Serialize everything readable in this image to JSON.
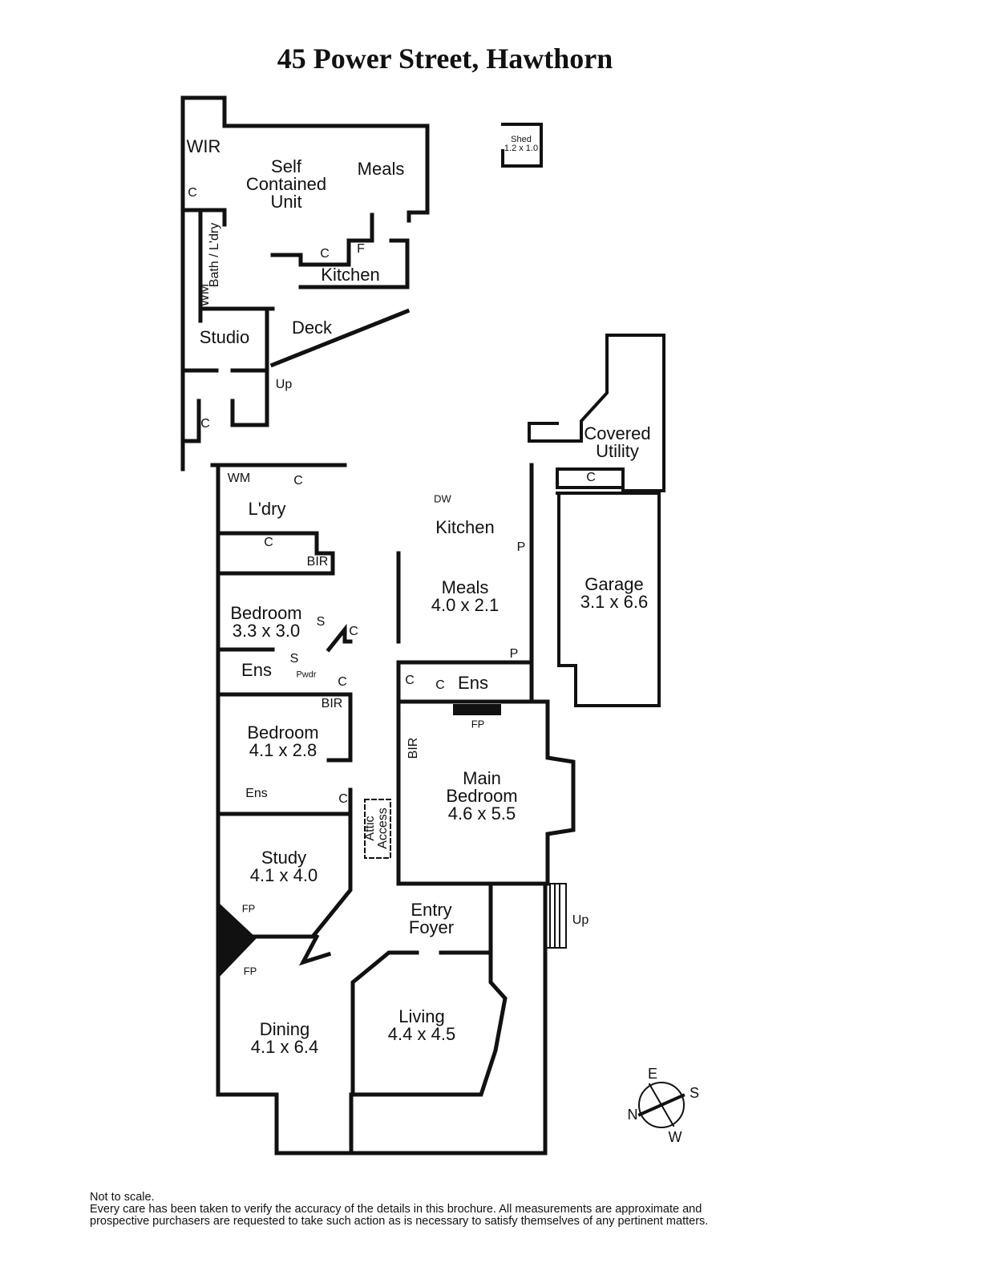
{
  "title": "45 Power Street, Hawthorn",
  "rooms": {
    "wir": {
      "name": "WIR"
    },
    "scu": {
      "name": "Self Contained Unit"
    },
    "scu_meals": {
      "name": "Meals"
    },
    "unit_kitchen": {
      "name": "Kitchen"
    },
    "bath_ldry": {
      "name": "Bath / L'dry"
    },
    "wm1": {
      "name": "WM"
    },
    "studio": {
      "name": "Studio"
    },
    "deck": {
      "name": "Deck"
    },
    "up1": {
      "name": "Up"
    },
    "shed": {
      "name": "Shed",
      "dims": "1.2 x 1.0"
    },
    "covered_utility": {
      "name": "Covered Utility"
    },
    "garage": {
      "name": "Garage",
      "dims": "3.1 x 6.6"
    },
    "ldry": {
      "name": "L'dry"
    },
    "wm2": {
      "name": "WM"
    },
    "kitchen": {
      "name": "Kitchen"
    },
    "dw": {
      "name": "DW"
    },
    "meals": {
      "name": "Meals",
      "dims": "4.0 x 2.1"
    },
    "bedroom1": {
      "name": "Bedroom",
      "dims": "3.3 x 3.0"
    },
    "ens1": {
      "name": "Ens"
    },
    "pwdr": {
      "name": "Pwdr"
    },
    "bedroom2": {
      "name": "Bedroom",
      "dims": "4.1 x 2.8"
    },
    "ens2": {
      "name": "Ens"
    },
    "ens3": {
      "name": "Ens"
    },
    "main_bedroom": {
      "name": "Main Bedroom",
      "dims": "4.6 x 5.5"
    },
    "attic": {
      "name": "Attic Access"
    },
    "study": {
      "name": "Study",
      "dims": "4.1 x 4.0"
    },
    "entry": {
      "name": "Entry Foyer"
    },
    "dining": {
      "name": "Dining",
      "dims": "4.1 x 6.4"
    },
    "living": {
      "name": "Living",
      "dims": "4.4 x 4.5"
    },
    "up2": {
      "name": "Up"
    }
  },
  "small_labels": {
    "c": "C",
    "f": "F",
    "p": "P",
    "s": "S",
    "bir": "BIR",
    "fp": "FP"
  },
  "compass": {
    "n": "N",
    "e": "E",
    "s": "S",
    "w": "W"
  },
  "footer": {
    "line1": "Not to scale.",
    "line2": "Every care has been taken to verify the accuracy of the details in this brochure. All measurements are approximate and",
    "line3": "prospective purchasers are requested to take such action as is necessary to satisfy themselves of any pertinent matters."
  }
}
